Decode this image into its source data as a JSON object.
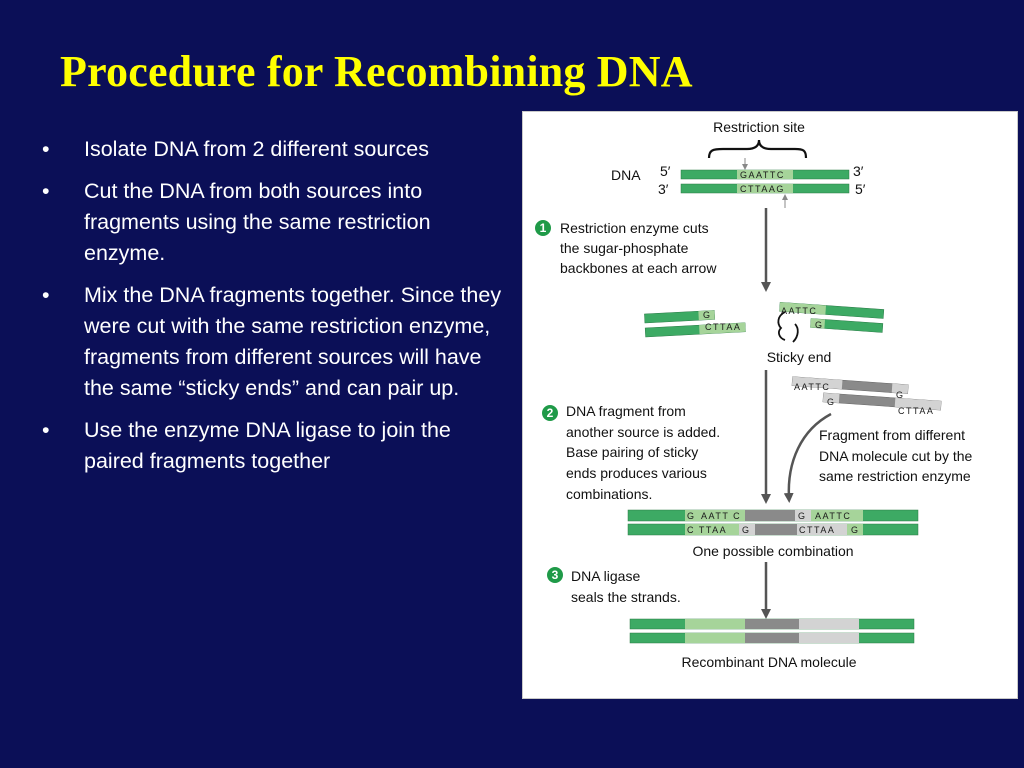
{
  "slide": {
    "title": "Procedure for Recombining DNA",
    "bullet_glyph": "•",
    "bullets": [
      "Isolate DNA from 2 different sources",
      "Cut the DNA from both sources into fragments using the same restriction enzyme.",
      "Mix the DNA fragments together. Since they were cut with the same restriction enzyme, fragments from different sources will have the same “sticky ends” and can pair up.",
      "Use the enzyme DNA ligase to join the paired fragments together"
    ]
  },
  "diagram": {
    "restriction_site_label": "Restriction site",
    "dna_label": "DNA",
    "end_5": "5′",
    "end_3": "3′",
    "top_seq": "GAATTC",
    "bottom_seq": "CTTAAG",
    "step1": {
      "num": "1",
      "lines": [
        "Restriction enzyme cuts",
        "the sugar-phosphate",
        "backbones at each arrow"
      ]
    },
    "frag_left_top": "G",
    "frag_left_bottom": "CTTAA",
    "frag_right_top": "AATTC",
    "frag_right_bottom": "G",
    "sticky_end_label": "Sticky end",
    "foreign_top_left": "AATTC",
    "foreign_top_right": "G",
    "foreign_bottom_left": "G",
    "foreign_bottom_right": "CTTAA",
    "step2": {
      "num": "2",
      "lines": [
        "DNA fragment from",
        "another source is added.",
        "Base pairing of sticky",
        "ends produces various",
        "combinations."
      ]
    },
    "fragment_note": [
      "Fragment from different",
      "DNA molecule cut by the",
      "same restriction enzyme"
    ],
    "combo_top": [
      "G",
      "AATT C",
      "G",
      "AATTC"
    ],
    "combo_bottom": [
      "C TTAA",
      "G",
      "CTTAA",
      "G"
    ],
    "combination_label": "One possible combination",
    "step3": {
      "num": "3",
      "lines": [
        "DNA ligase",
        "seals the strands."
      ]
    },
    "recombinant_label": "Recombinant DNA molecule",
    "colors": {
      "background": "#0b0f57",
      "title": "#ffff00",
      "dna_green": "#3daa64",
      "sequence_green": "#a6d49a",
      "foreign_gray": "#8a8a8a",
      "light_gray": "#d3d3d3",
      "step_badge": "#1f9a48"
    }
  }
}
